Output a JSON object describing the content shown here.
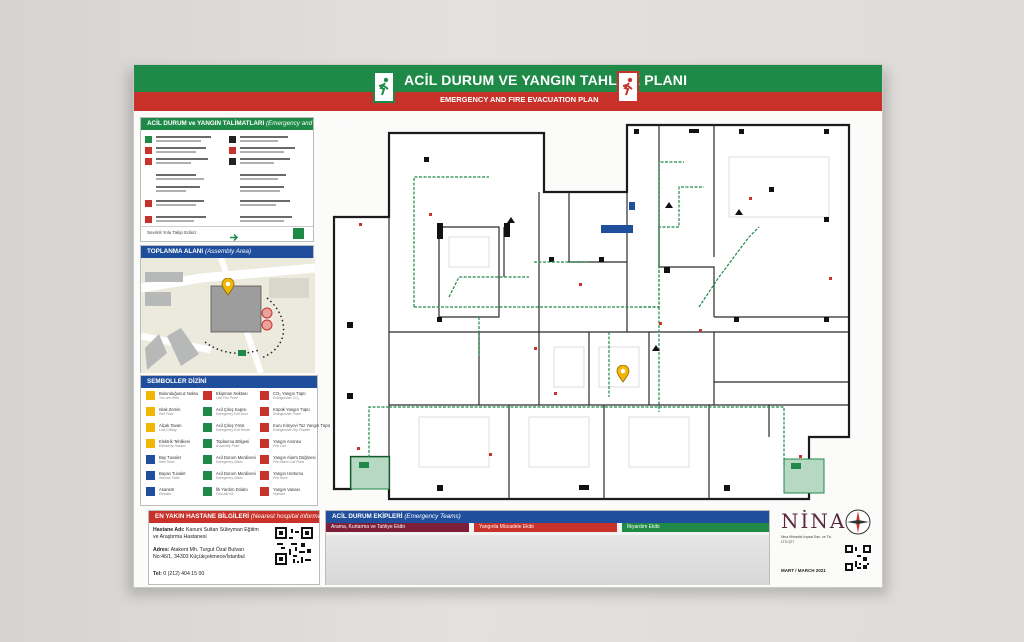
{
  "plan": {
    "title_tr": "ACİL DURUM VE YANGIN TAHLİYE PLANI",
    "title_en": "EMERGENCY AND FIRE EVACUATION PLAN",
    "header_colors": {
      "green": "#1f8a47",
      "red": "#c8322b"
    },
    "exit_icon_left": "running-man-exit-icon",
    "exit_icon_right": "running-man-fire-exit-icon"
  },
  "instructions": {
    "title": "ACİL DURUM ve YANGIN TALİMATLARI",
    "title_en": "(Emergency and fire instructions)",
    "footer": "Sevimli Yolu Takip Ediniz"
  },
  "assembly": {
    "title": "TOPLANMA ALANI",
    "title_en": "(Assembly Area)"
  },
  "symbols": {
    "title": "SEMBOLLER DİZİNİ",
    "items": [
      {
        "tr": "Bulunduğunuz Nokta",
        "en": "You are Here",
        "color": "#f2b705"
      },
      {
        "tr": "Islak Zemin",
        "en": "Wet Floor",
        "color": "#f2b705"
      },
      {
        "tr": "Alçak Tavan",
        "en": "Low Ceiling",
        "color": "#f2b705"
      },
      {
        "tr": "Elektrik Tehlikesi",
        "en": "Electricity Hazard",
        "color": "#f2b705"
      },
      {
        "tr": "Bay Tuvalet",
        "en": "Men Toilet",
        "color": "#1f4f9c"
      },
      {
        "tr": "Bayan Tuvalet",
        "en": "Woman Toilet",
        "color": "#1f4f9c"
      },
      {
        "tr": "Asansör",
        "en": "Elevator",
        "color": "#1f4f9c"
      },
      {
        "tr": "Ekipman Noktası",
        "en": "Unit Fire Point",
        "color": "#c8322b"
      },
      {
        "tr": "Acil Çıkış Kapısı",
        "en": "Emergency Exit Door",
        "color": "#1f8a47"
      },
      {
        "tr": "Acil Çıkış Yönü",
        "en": "Emergency Exit Route",
        "color": "#1f8a47"
      },
      {
        "tr": "Toplanma Bölgesi",
        "en": "Assembly Point",
        "color": "#1f8a47"
      },
      {
        "tr": "Acil Durum Merdiveni",
        "en": "Emergency Stairs",
        "color": "#1f8a47"
      },
      {
        "tr": "Acil Durum Merdiveni",
        "en": "Emergency Stairs",
        "color": "#1f8a47"
      },
      {
        "tr": "İlk Yardım Dolabı",
        "en": "First Aid Kit",
        "color": "#1f8a47"
      },
      {
        "tr": "CO₂ Yangın Tüpü",
        "en": "Extinguisher CO₂",
        "color": "#c8322b"
      },
      {
        "tr": "Köpük Yangın Tüpü",
        "en": "Extinguisher Foam",
        "color": "#c8322b"
      },
      {
        "tr": "Kuru Kimyevi Toz Yangın Tüpü",
        "en": "Extinguisher Dry Powder",
        "color": "#c8322b"
      },
      {
        "tr": "Yangın Anonsu",
        "en": "Fire Call",
        "color": "#c8322b"
      },
      {
        "tr": "Yangın Alarm Düğmesi",
        "en": "Fire Alarm Call Point",
        "color": "#c8322b"
      },
      {
        "tr": "Yangın Hortumu",
        "en": "Fire Hose",
        "color": "#c8322b"
      },
      {
        "tr": "Yangın Vanası",
        "en": "Hydrant",
        "color": "#c8322b"
      }
    ]
  },
  "hospital": {
    "title": "EN YAKIN HASTANE BİLGİLERİ",
    "title_en": "(Nearest hospital information)",
    "name_label": "Hastane Adı:",
    "name": "Kanuni Sultan Süleyman Eğitim ve Araştırma Hastanesi",
    "address_label": "Adres:",
    "address": "Atakent Mh. Turgut Özal Bulvarı No:46/1, 34303 Küçükçekmece/İstanbul",
    "phone_label": "Tel:",
    "phone": "0 (212) 404 15 00"
  },
  "teams": {
    "title": "ACİL DURUM EKİPLERİ",
    "title_en": "(Emergency Teams)",
    "items": [
      {
        "label": "Arama, Kurtarma ve Tahliye Ekibi",
        "color": "#7d1e3a"
      },
      {
        "label": "Yangınla Mücadele Ekibi",
        "color": "#c8322b"
      },
      {
        "label": "İlkyardım Ekibi",
        "color": "#1f8a47"
      }
    ]
  },
  "brand": {
    "logo": "NİNA",
    "company": "Nina Mimarlık İnşaat San. ve Tic. LTD.ŞTİ",
    "date": "MART / MARCH 2021",
    "compass_icon": "compass-icon"
  }
}
